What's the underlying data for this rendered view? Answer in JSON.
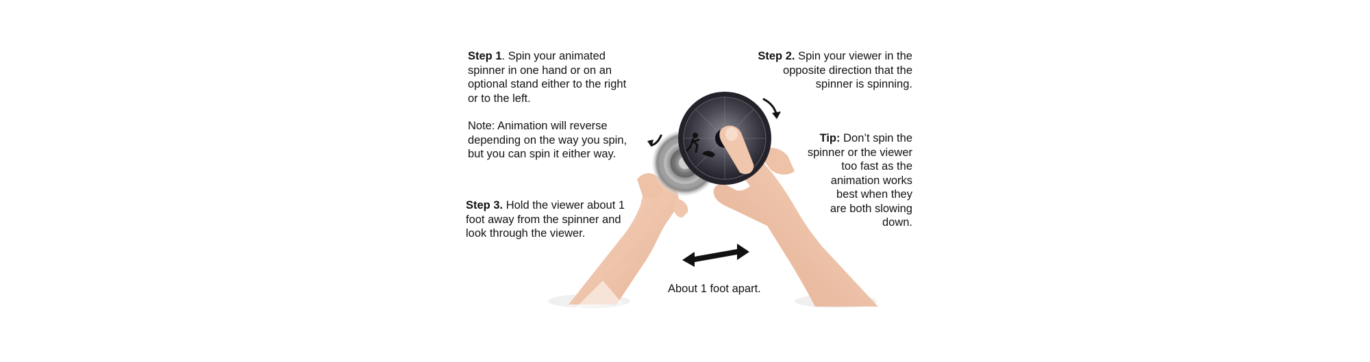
{
  "step1": {
    "label": "Step 1",
    "lines": [
      ". Spin your animated",
      "spinner in one hand or on an",
      "optional stand either to the right",
      "or to the left."
    ]
  },
  "note": {
    "lines": [
      "Note: Animation will reverse",
      "depending on the way you spin,",
      "but you can spin it either way."
    ]
  },
  "step3": {
    "label": "Step 3.",
    "lines": [
      " Hold the viewer about 1",
      "foot away from the spinner and",
      "look through the viewer."
    ]
  },
  "step2": {
    "label": "Step 2.",
    "lines": [
      " Spin your viewer in the",
      "opposite direction that the",
      "spinner is spinning."
    ]
  },
  "tip": {
    "label": "Tip:",
    "lines": [
      " Don’t spin the",
      "spinner or the viewer",
      "too fast as the",
      "animation works",
      "best when they",
      "are both slowing",
      "down."
    ]
  },
  "caption": "About 1 foot apart.",
  "icons": [
    "left-hand-icon",
    "right-hand-icon",
    "spinner-disc-icon",
    "viewer-disc-icon",
    "rotate-arrow-icon",
    "double-arrow-icon"
  ],
  "colors": {
    "text": "#111111",
    "skin": "#f2c9b0",
    "disc": "#3a3942",
    "background": "#ffffff"
  }
}
